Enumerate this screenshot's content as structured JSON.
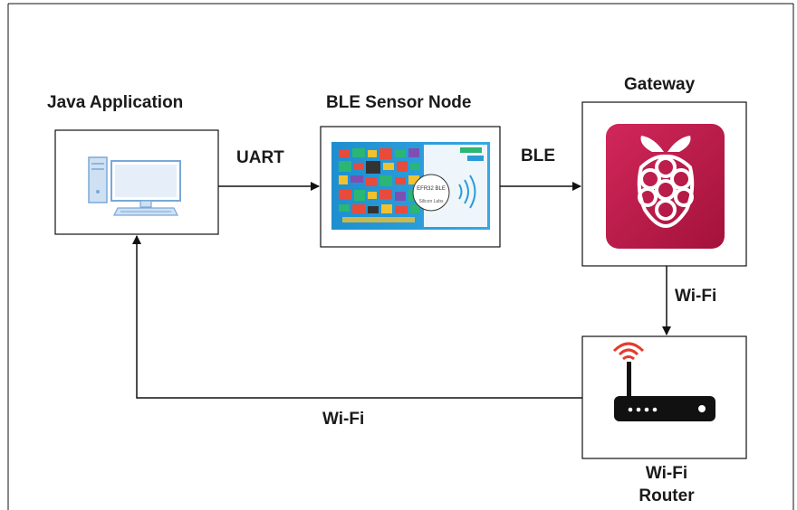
{
  "nodes": {
    "java_app": {
      "label": "Java Application"
    },
    "ble_node": {
      "label": "BLE Sensor Node",
      "board_text": "EFR32 BLE",
      "board_logo_text": "Silicon Labs"
    },
    "gateway": {
      "label": "Gateway"
    },
    "router": {
      "label_line1": "Wi-Fi",
      "label_line2": "Router"
    }
  },
  "edges": {
    "uart": {
      "label": "UART"
    },
    "ble": {
      "label": "BLE"
    },
    "wifi_down": {
      "label": "Wi-Fi"
    },
    "wifi_back": {
      "label": "Wi-Fi"
    }
  },
  "icons": {
    "computer": "desktop-computer-icon",
    "board": "sensor-board-image",
    "raspberry": "raspberry-pi-icon",
    "router": "wifi-router-icon"
  },
  "colors": {
    "line": "#111111",
    "pc_blue": "#7aa8d8",
    "pc_light": "#cfe0f2",
    "rpi_red": "#c51a4a",
    "router_black": "#111111",
    "wifi_red": "#e53b2c",
    "board_blue": "#2b9bd8"
  }
}
